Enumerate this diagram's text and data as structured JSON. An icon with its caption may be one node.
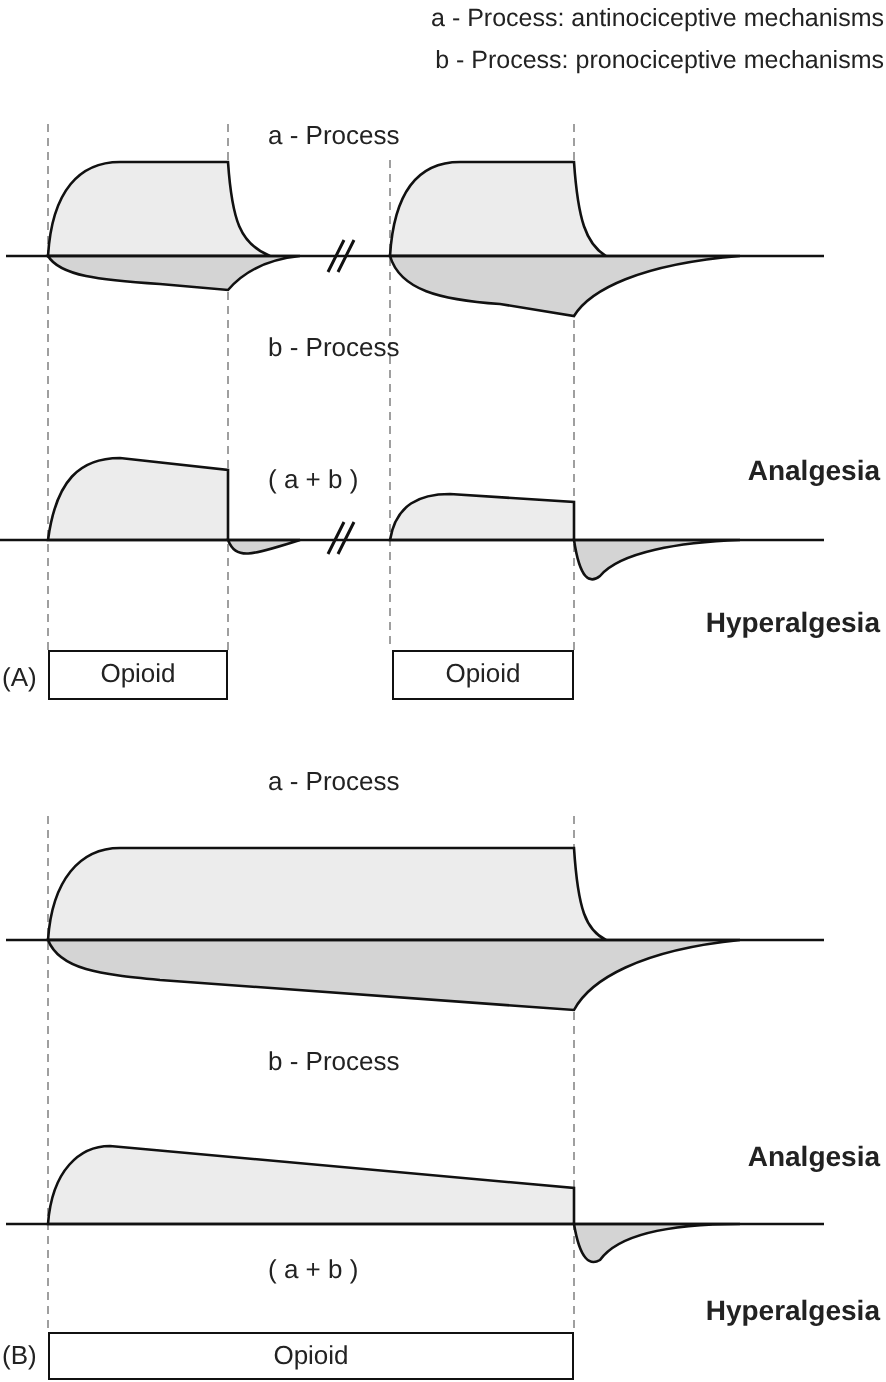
{
  "diagram": {
    "nodes": [
      {
        "text": [
          "Opioid"
        ]
      },
      {
        "text": [
          "Opioid"
        ]
      },
      {
        "text": [
          "Opioid"
        ]
      }
    ],
    "labels": [
      "a - Process: antinociceptive mechanisms",
      "b - Process: pronociceptive mechanisms",
      "a - Process",
      "b - Process",
      "Analgesia",
      "( a + b )",
      "Hyperalgesia",
      "(A)",
      "a - Process",
      "b - Process",
      "Analgesia",
      "( a + b )",
      "Hyperalgesia",
      "(B)"
    ]
  }
}
